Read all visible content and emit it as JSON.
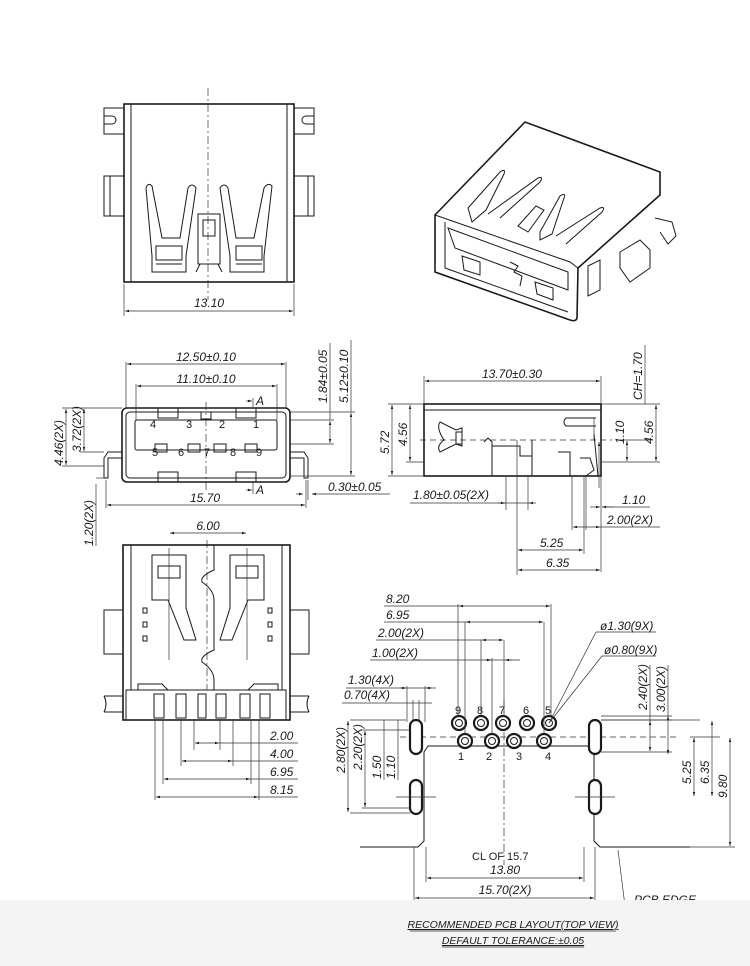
{
  "drawing": {
    "subject": "USB Type-A receptacle connector (SMT)",
    "top_view": {
      "width_label": "13.10"
    },
    "front_view": {
      "dims": {
        "outer_width": "12.50±0.10",
        "inner_width": "11.10±0.10",
        "height_1": "1.84±0.05",
        "height_2": "5.12±0.10",
        "left_height_1": "4.46(2X)",
        "left_height_2": "3.72(2X)",
        "foot_height": "1.20(2X)",
        "overall_width": "15.70",
        "thickness": "0.30±0.05",
        "section_mark": "A"
      },
      "pin_numbers_top": [
        "4",
        "3",
        "2",
        "1"
      ],
      "pin_numbers_bottom": [
        "5",
        "6",
        "7",
        "8",
        "9"
      ]
    },
    "side_view": {
      "dims": {
        "length": "13.70±0.30",
        "chamfer": "CH=1.70",
        "height_total": "5.72",
        "height_left": "4.56",
        "height_right": "4.56",
        "offset_1": "1.10",
        "tab_width": "1.80±0.05(2X)",
        "offset_2": "1.10",
        "pitch": "2.00(2X)",
        "pos_1": "5.25",
        "pos_2": "6.35"
      }
    },
    "bottom_view": {
      "dims": {
        "peg_spacing": "6.00",
        "d1": "2.00",
        "d2": "4.00",
        "d3": "6.95",
        "d4": "8.15"
      }
    },
    "pcb_layout": {
      "dims": {
        "d_820": "8.20",
        "d_695": "6.95",
        "d_200": "2.00(2X)",
        "d_100": "1.00(2X)",
        "slot_outer": "1.30(4X)",
        "slot_inner": "0.70(4X)",
        "hole_outer": "ø1.30(9X)",
        "hole_inner": "ø0.80(9X)",
        "r_240": "2.40(2X)",
        "r_300": "3.00(2X)",
        "r_525": "5.25",
        "r_635": "6.35",
        "r_980": "9.80",
        "l_280": "2.80(2X)",
        "l_220": "2.20(2X)",
        "l_150": "1.50",
        "l_110": "1.10",
        "width_1380": "13.80",
        "width_1570": "15.70(2X)",
        "centerline": "CL  OF 15.7",
        "pcb_edge": "PCB  EDGE"
      },
      "pin_numbers_top": [
        "9",
        "8",
        "7",
        "6",
        "5"
      ],
      "pin_numbers_bottom": [
        "1",
        "2",
        "3",
        "4"
      ],
      "title": "RECOMMENDED  PCB  LAYOUT(TOP  VIEW)",
      "tolerance": "DEFAULT  TOLERANCE:±0.05"
    }
  }
}
